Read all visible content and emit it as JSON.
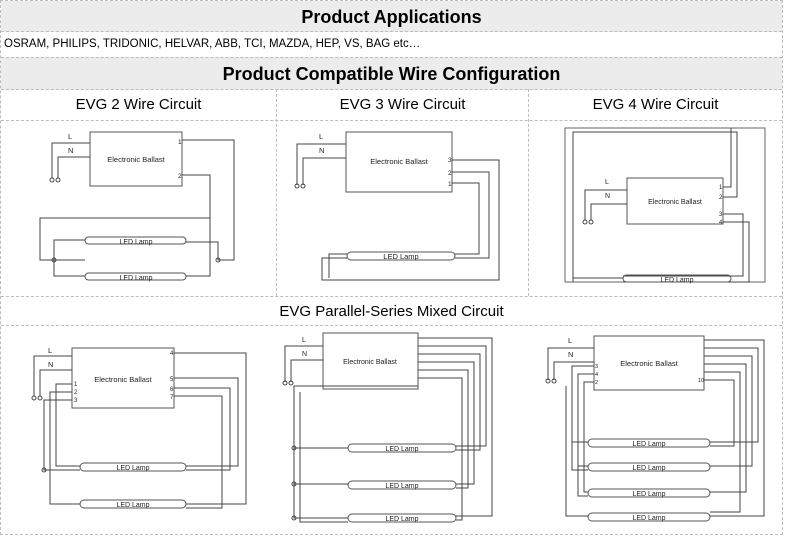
{
  "header": {
    "title": "Product Applications"
  },
  "brands": {
    "text": "OSRAM, PHILIPS, TRIDONIC, HELVAR, ABB, TCI, MAZDA, HEP, VS, BAG etc…"
  },
  "section": {
    "title": "Product Compatible Wire Configuration"
  },
  "circuits": {
    "two_wire": "EVG 2 Wire Circuit",
    "three_wire": "EVG 3 Wire Circuit",
    "four_wire": "EVG 4 Wire Circuit",
    "mixed": "EVG Parallel-Series Mixed Circuit"
  },
  "labels": {
    "ballast": "Electronic Ballast",
    "lamp": "LED Lamp",
    "live": "L",
    "neutral": "N",
    "t1": "1",
    "t2": "2",
    "t3": "3",
    "t4": "4",
    "t5": "5",
    "t6": "6",
    "t7": "7",
    "t8": "8",
    "t9": "9",
    "t10": "10"
  }
}
